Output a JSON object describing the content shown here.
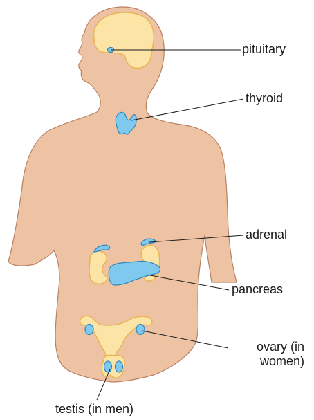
{
  "labels": {
    "pituitary": "pituitary",
    "thyroid": "thyroid",
    "adrenal": "adrenal",
    "pancreas": "pancreas",
    "ovary_line1": "ovary (in",
    "ovary_line2": "women)",
    "testis": "testis (in men)"
  },
  "colors": {
    "skin": "#EDC3A4",
    "skin_outline": "#B98063",
    "pale_gland": "#FBE4A6",
    "pale_outline": "#E8B454",
    "blue_gland": "#7FC9EE",
    "blue_outline": "#2E86BE",
    "leader_line": "#1a1a1a"
  }
}
